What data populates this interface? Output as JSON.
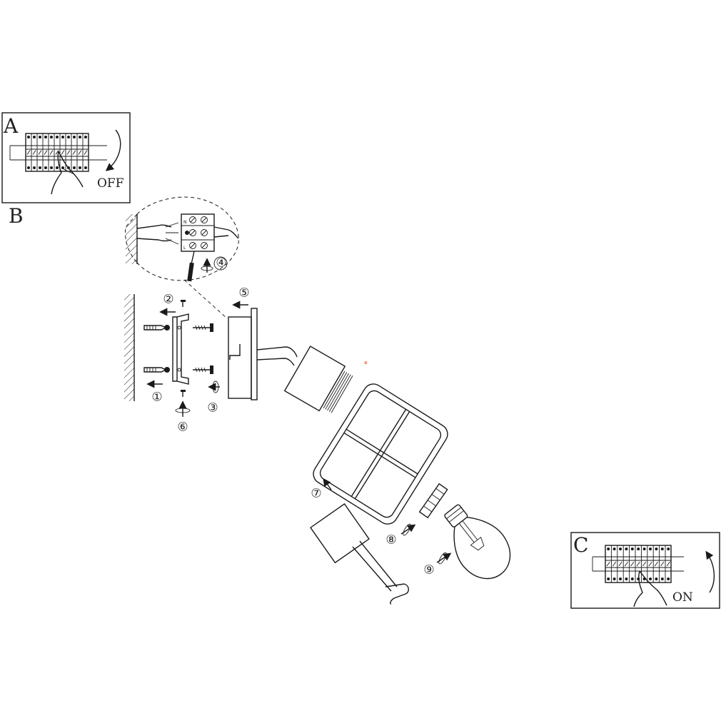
{
  "panels": {
    "a": {
      "letter": "A",
      "switch_label": "OFF"
    },
    "b": {
      "letter": "B"
    },
    "c": {
      "letter": "C",
      "switch_label": "ON"
    }
  },
  "terminal_labels": [
    "N",
    "L"
  ],
  "steps": [
    "①",
    "②",
    "③",
    "④",
    "⑤",
    "⑥",
    "⑦",
    "⑧",
    "⑨"
  ],
  "icons": [
    "arrow-icon",
    "rotate-icon",
    "screwdriver-icon",
    "hand-icon",
    "bulb-icon",
    "screw-icon",
    "wall-plug-icon",
    "hook-icon"
  ]
}
